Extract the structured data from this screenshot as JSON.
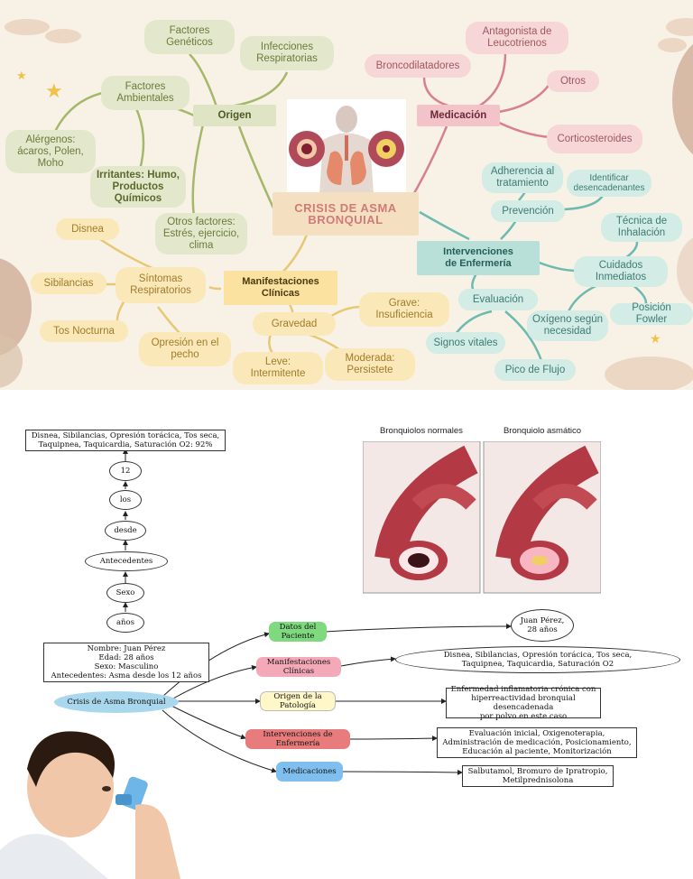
{
  "mindmap": {
    "center": "CRISIS DE ASMA\nBRONQUIAL",
    "origen": {
      "label": "Origen",
      "factores_geneticos": "Factores\nGenéticos",
      "infecciones": "Infecciones\nRespiratorias",
      "factores_ambientales": "Factores\nAmbientales",
      "alergenos": "Alérgenos:\nácaros, Polen,\nMoho",
      "irritantes": "Irritantes: Humo,\nProductos\nQuímicos",
      "otros_factores": "Otros factores:\nEstrés, ejercicio,\nclima"
    },
    "manifestaciones": {
      "label": "Manifestaciones\nClínicas",
      "sintomas": "Síntomas\nRespiratorios",
      "disnea": "Disnea",
      "sibilancias": "Sibilancias",
      "tos": "Tos Nocturna",
      "opresion": "Opresión en el\npecho",
      "gravedad": "Gravedad",
      "grave": "Grave:\nInsuficiencia",
      "leve": "Leve:\nIntermitente",
      "moderada": "Moderada:\nPersistete"
    },
    "medicacion": {
      "label": "Medicación",
      "antagonista": "Antagonista de\nLeucotrienos",
      "broncodilatadores": "Broncodilatadores",
      "otros": "Otros",
      "corticosteroides": "Corticosteroides"
    },
    "intervenciones": {
      "label": "Intervenciones\nde Enfermería",
      "prevencion": "Prevención",
      "adherencia": "Adherencia al\ntratamiento",
      "identificar": "Identificar\ndesencadenantes",
      "cuidados": "Cuidados\nInmediatos",
      "tecnica": "Técnica de\nInhalación",
      "oxigeno": "Oxígeno según\nnecesidad",
      "posicion": "Posición Fowler",
      "evaluacion": "Evaluación",
      "signos": "Signos vitales",
      "pico": "Pico de Flujo"
    }
  },
  "bronchi": {
    "normal_label": "Bronquiolos normales",
    "asthma_label": "Bronquiolo asmático"
  },
  "graph": {
    "symptoms_box": "Disnea, Sibilancias, Opresión torácica, Tos seca,\nTaquipnea, Taquicardia, Saturación O2: 92%",
    "chain": [
      "12",
      "los",
      "desde",
      "Antecedentes",
      "Sexo",
      "años"
    ],
    "patient_box": "Nombre: Juan Pérez\nEdad: 28 años\nSexo: Masculino\nAntecedentes: Asma desde los 12 años",
    "root": "Crisis de Asma Bronquial",
    "datos": "Datos del Paciente",
    "manif": "Manifestaciones Clínicas",
    "origen": "Origen de la Patología",
    "interv": "Intervenciones de Enfermería",
    "medic": "Medicaciones",
    "juan": "Juan Pérez,\n28 años",
    "manif_leaf": "Disnea, Sibilancias, Opresión torácica, Tos seca,\nTaquipnea, Taquicardia, Saturación O2",
    "origen_leaf": "Enfermedad inflamatoria crónica con\nhiperreactividad bronquial desencadenada\npor polvo en este caso",
    "interv_leaf": "Evaluación inicial, Oxigenoterapia,\nAdministración de medicación, Posicionamiento,\nEducación al paciente, Monitorización",
    "medic_leaf": "Salbutamol, Bromuro de Ipratropio,\nMetilprednisolona"
  },
  "colors": {
    "green": "#7fd97f",
    "pink": "#f4a9b8",
    "yellow": "#fff7c8",
    "red": "#e87c7c",
    "blue": "#7fbff0",
    "root": "#a9d8ee"
  }
}
